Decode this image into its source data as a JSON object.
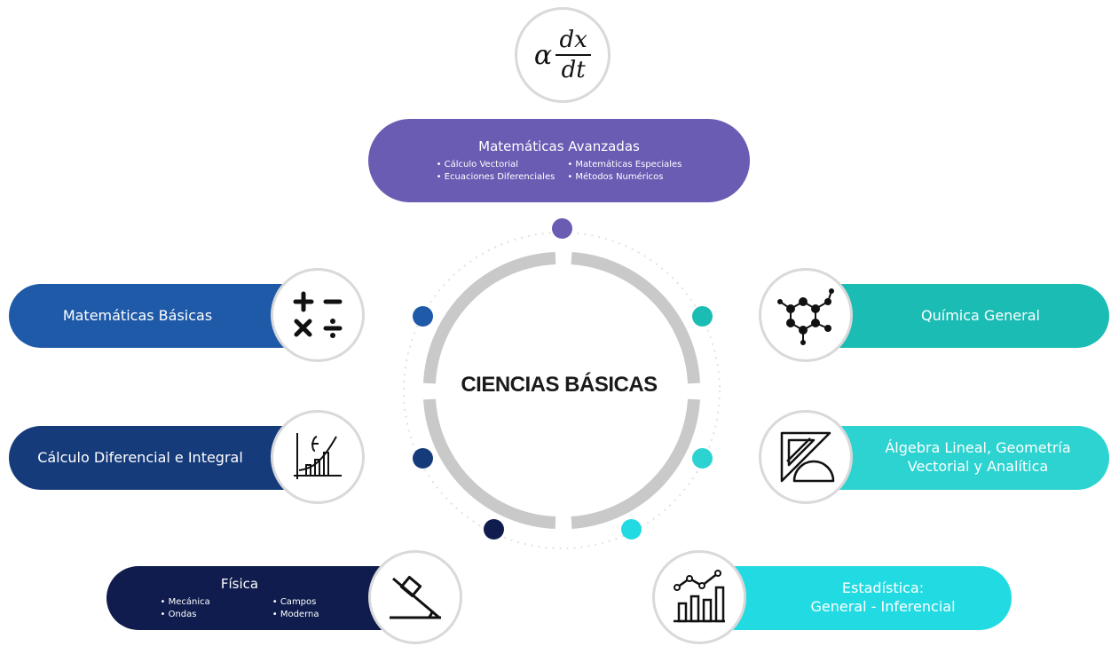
{
  "center": {
    "title": "CIENCIAS BÁSICAS"
  },
  "colors": {
    "purple": "#6a5cb3",
    "blue": "#1e5aa8",
    "navy": "#163b7a",
    "dark_navy": "#0f1c4d",
    "teal": "#1bbcb4",
    "light_teal": "#2cd3d0",
    "cyan": "#22dbe2",
    "ring_gray": "#c9c9c9"
  },
  "top": {
    "title": "Matemáticas Avanzadas",
    "bullets": [
      "Cálculo Vectorial",
      "Matemáticas Especiales",
      "Ecuaciones Diferenciales",
      "Métodos Numéricos"
    ],
    "icon": "derivative-icon",
    "formula": {
      "alpha": "α",
      "num": "dx",
      "den": "dt"
    }
  },
  "left": [
    {
      "title": "Matemáticas Básicas",
      "icon": "arithmetic-icon"
    },
    {
      "title": "Cálculo Diferencial e Integral",
      "icon": "function-graph-icon"
    },
    {
      "title": "Física",
      "bullets": [
        "Mecánica",
        "Campos",
        "Ondas",
        "Moderna"
      ],
      "icon": "inclined-plane-icon"
    }
  ],
  "right": [
    {
      "title": "Química General",
      "icon": "molecule-icon"
    },
    {
      "title_line1": "Álgebra Lineal, Geometría",
      "title_line2": "Vectorial y Analítica",
      "icon": "geometry-tools-icon"
    },
    {
      "title_line1": "Estadística:",
      "title_line2": "General - Inferencial",
      "icon": "statistics-chart-icon"
    }
  ]
}
